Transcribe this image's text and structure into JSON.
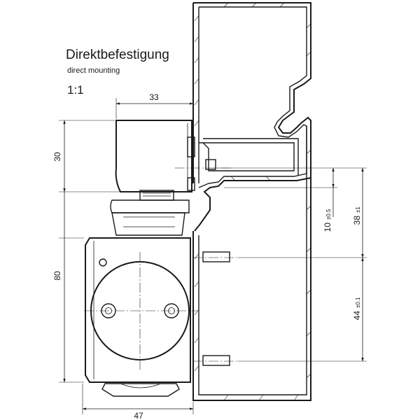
{
  "title": "Direktbefestigung",
  "subtitle": "direct mounting",
  "scale": "1:1",
  "dimensions": {
    "width_top": "33",
    "height_top": "30",
    "height_body": "80",
    "width_bottom": "47",
    "dim_10": "10",
    "dim_10_tol": "±0.5",
    "dim_38": "38",
    "dim_38_tol": "±1",
    "dim_44": "44",
    "dim_44_tol": "±0.1"
  }
}
